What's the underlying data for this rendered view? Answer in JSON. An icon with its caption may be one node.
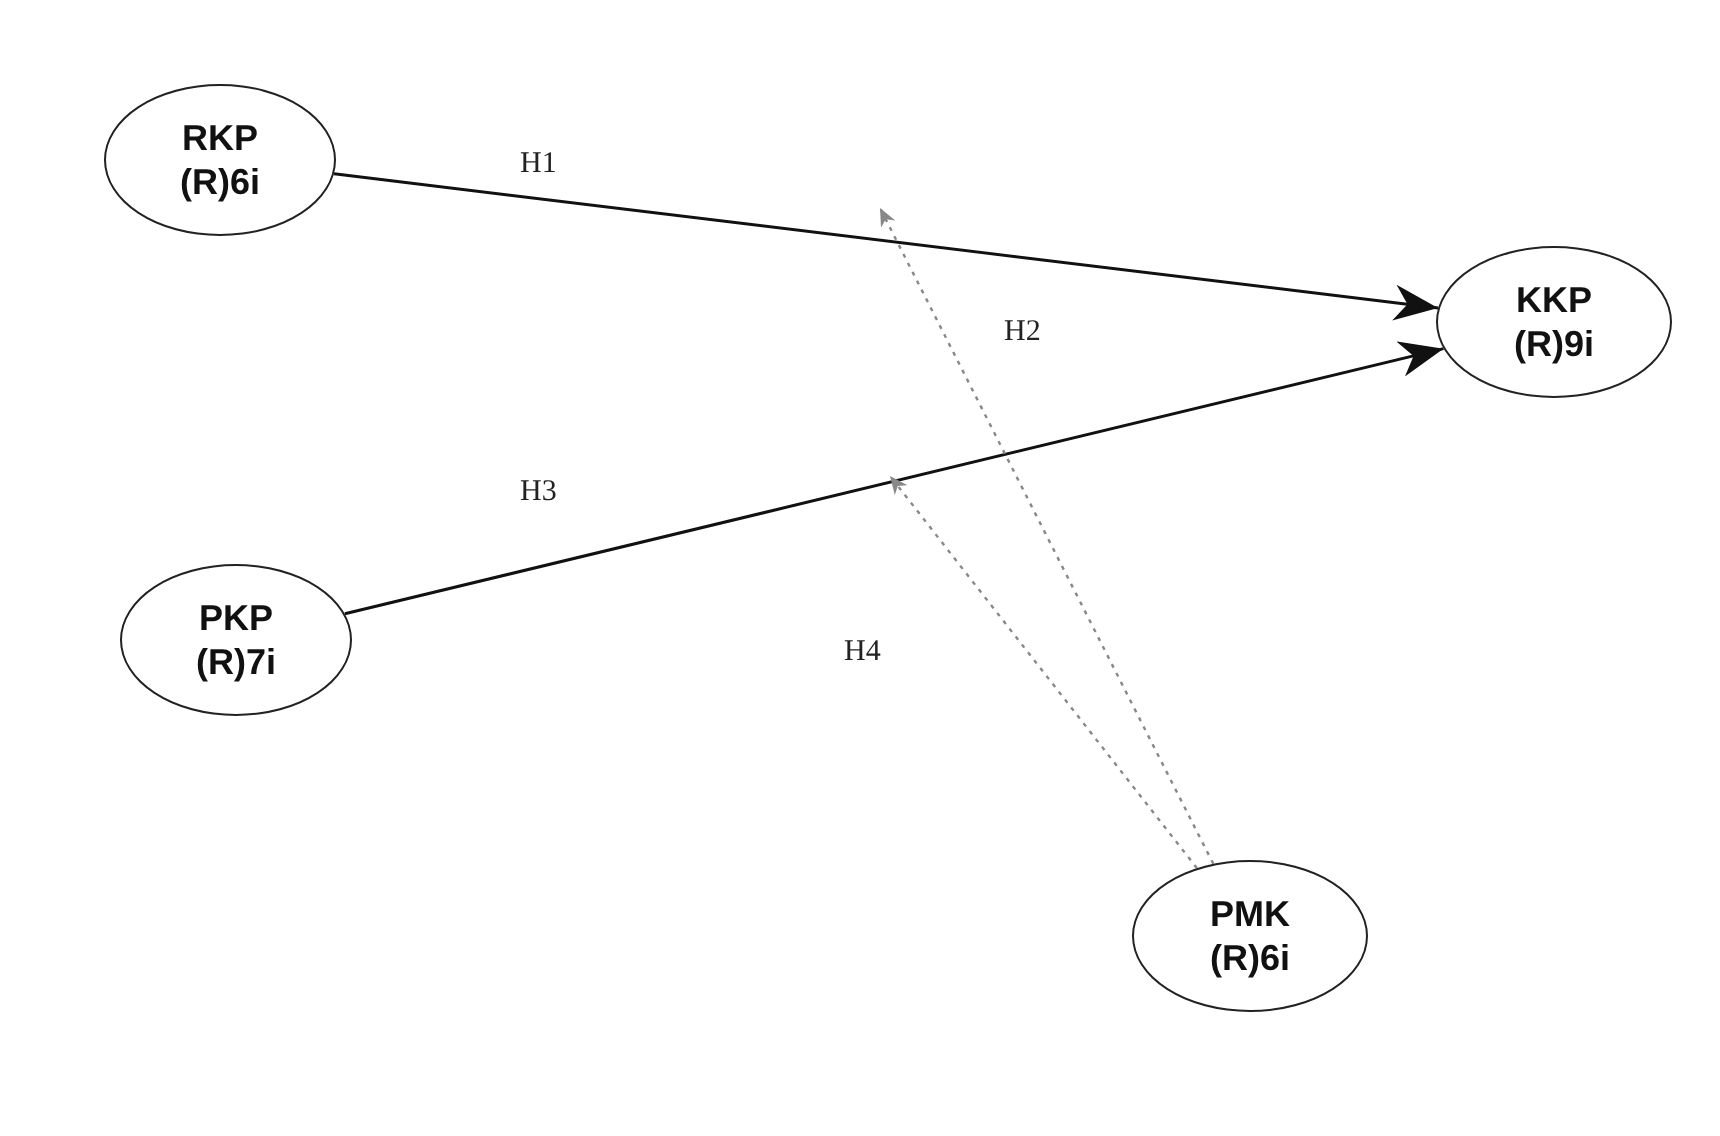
{
  "diagram": {
    "nodes": [
      {
        "text": [
          "RKP",
          "(R)6i"
        ]
      },
      {
        "text": [
          "KKP",
          "(R)9i"
        ]
      },
      {
        "text": [
          "PKP",
          "(R)7i"
        ]
      },
      {
        "text": [
          "PMK",
          "(R)6i"
        ]
      }
    ],
    "edges": [
      {
        "from": 0,
        "to": 1,
        "arrow": "to",
        "label": "H1"
      },
      {
        "from": 2,
        "to": 1,
        "arrow": "to",
        "label": "H3"
      },
      {
        "from": 3,
        "to": null,
        "arrow": "to",
        "style": "dashed",
        "color": "#888888",
        "label": "H2"
      },
      {
        "from": 3,
        "to": null,
        "arrow": "to",
        "style": "dashed",
        "color": "#888888",
        "label": "H4"
      }
    ]
  }
}
